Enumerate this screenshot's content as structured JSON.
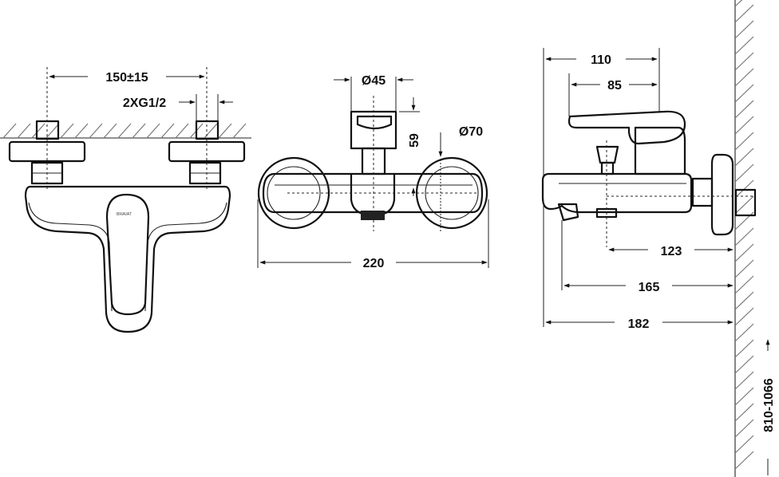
{
  "labels": {
    "spacing": "150±15",
    "thread": "2XG1/2",
    "diameter_small": "Ø45",
    "height_59": "59",
    "diameter_large": "Ø70",
    "width_220": "220",
    "depth_110": "110",
    "depth_85": "85",
    "depth_123": "123",
    "depth_165": "165",
    "depth_182": "182",
    "height_range": "810-1066"
  },
  "colors": {
    "line": "#111111",
    "hatch": "#777777",
    "background": "#ffffff"
  }
}
